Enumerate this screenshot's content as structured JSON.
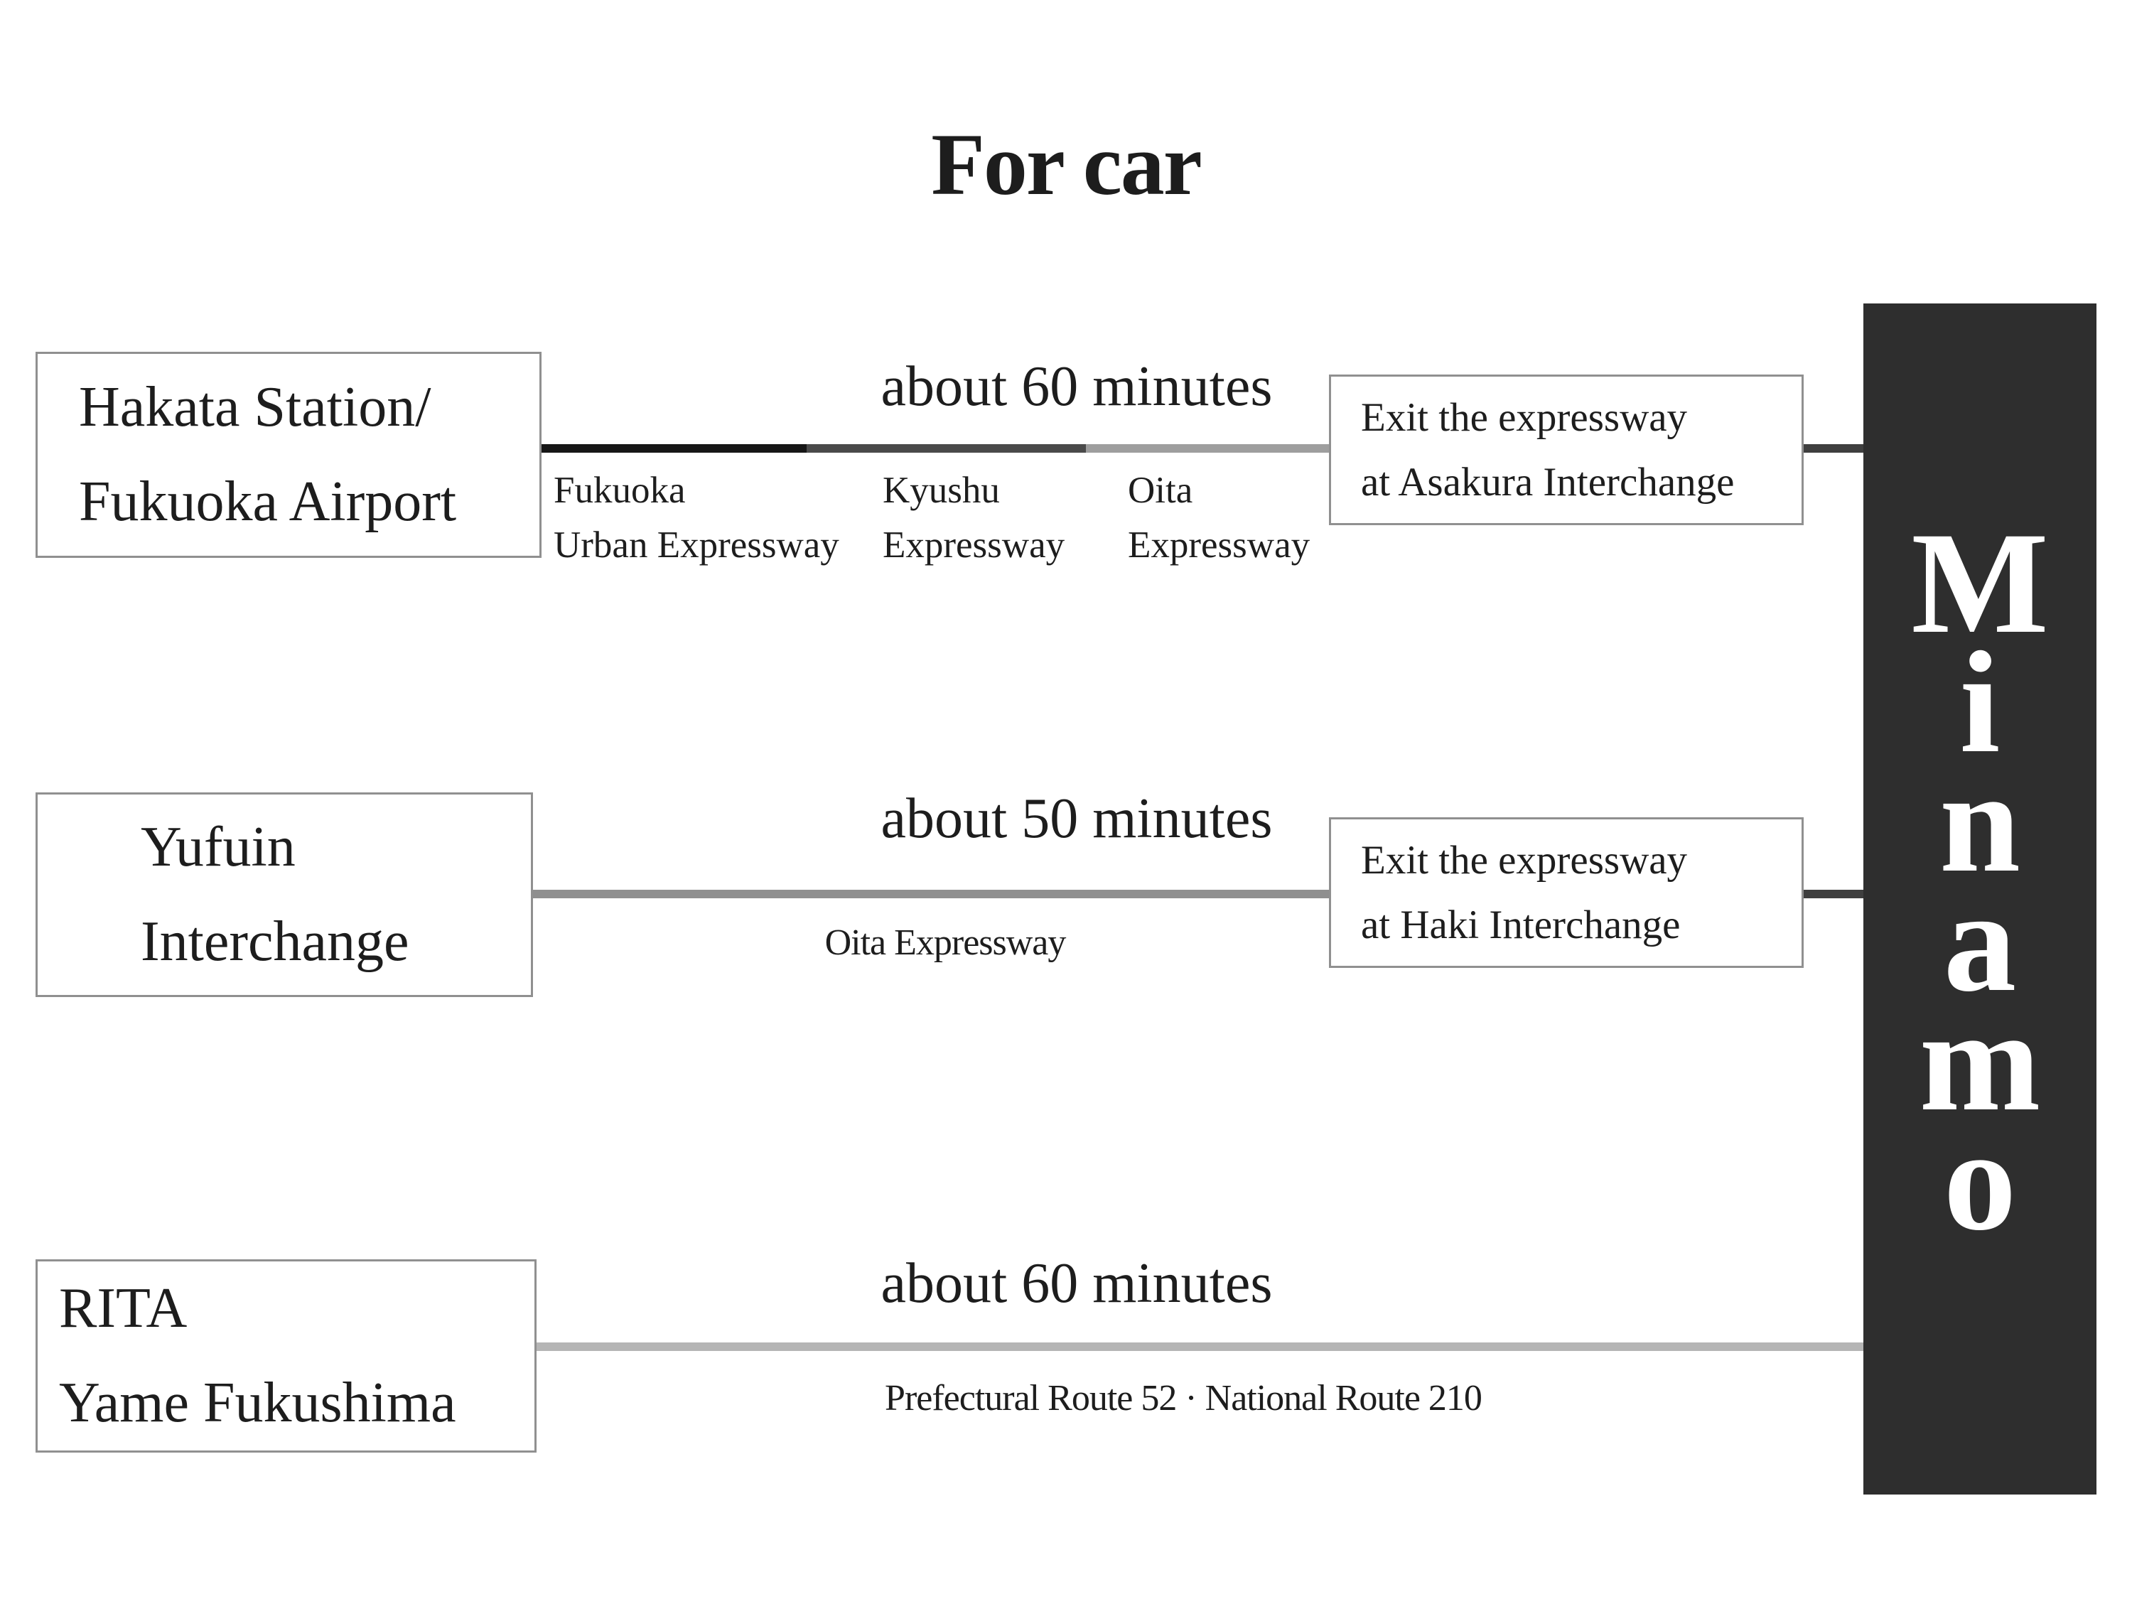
{
  "title": "For car",
  "rows": [
    {
      "origin": {
        "line1": "Hakata Station/",
        "line2": "Fukuoka Airport"
      },
      "duration": "about 60 minutes",
      "segments": [
        {
          "name": "Fukuoka Urban Expressway",
          "label_line1": "Fukuoka",
          "label_line2": "Urban Expressway",
          "color": "#161616"
        },
        {
          "name": "Kyushu Expressway",
          "label_line1": "Kyushu",
          "label_line2": "Expressway",
          "color": "#4a4a4a"
        },
        {
          "name": "Oita Expressway",
          "label_line1": "Oita",
          "label_line2": "Expressway",
          "color": "#9e9e9e"
        }
      ],
      "exit": {
        "line1": "Exit the expressway",
        "line2": "at Asakura Interchange"
      }
    },
    {
      "origin": {
        "line1": "Yufuin",
        "line2": "Interchange"
      },
      "duration": "about 50 minutes",
      "route_label": "Oita Expressway",
      "route_color": "#8f8f8f",
      "exit": {
        "line1": "Exit the expressway",
        "line2": "at Haki Interchange"
      }
    },
    {
      "origin": {
        "line1": "RITA",
        "line2": "Yame Fukushima"
      },
      "duration": "about 60 minutes",
      "route_label": "Prefectural Route 52 · National Route 210",
      "route_color": "#b5b5b5"
    }
  ],
  "destination": {
    "name": "Minamo",
    "letters": [
      "M",
      "i",
      "n",
      "a",
      "m",
      "o"
    ],
    "bar_color": "#2e2e2e",
    "text_color": "#ffffff"
  },
  "colors": {
    "connector": "#3f3f3f",
    "box_border": "#909090",
    "text": "#1d1d1d"
  }
}
